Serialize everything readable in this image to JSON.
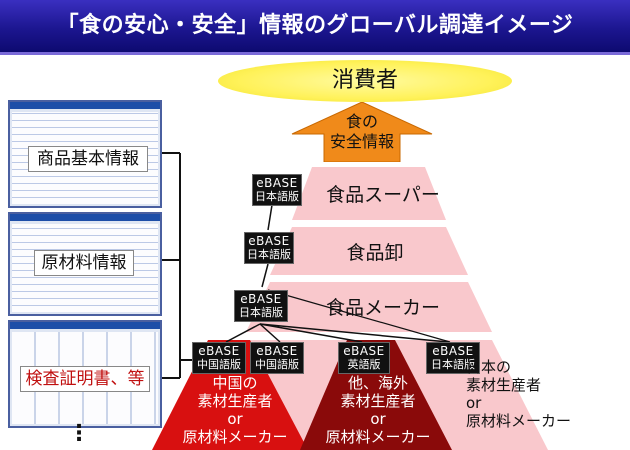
{
  "title": "「食の安心・安全」情報のグローバル調達イメージ",
  "consumer": "消費者",
  "food_safety_info": "食の\n安全情報",
  "tiers": {
    "supermarket": "食品スーパー",
    "wholesale": "食品卸",
    "maker": "食品メーカー"
  },
  "ebase": {
    "japanese": [
      "eBASE",
      "日本語版"
    ],
    "chinese": [
      "eBASE",
      "中国語版"
    ],
    "english": [
      "eBASE",
      "英語版"
    ]
  },
  "panels": {
    "product_info": "商品基本情報",
    "material_info": "原材料情報",
    "certificate": "検査証明書、等"
  },
  "suppliers": {
    "china": [
      "中国の",
      "素材生産者",
      "or",
      "原材料メーカー"
    ],
    "overseas": [
      "他、海外",
      "素材生産者",
      "or",
      "原材料メーカー"
    ],
    "japan": [
      "日本の",
      "素材生産者",
      "or",
      "原材料メーカー"
    ]
  },
  "more_indicator": "⋮",
  "colors": {
    "title_bg": "#1c1690",
    "pink": "#f9c8cc",
    "red": "#d81010",
    "dark_red": "#8a0a0a",
    "orange": "#f08a1a",
    "yellow": "#fff25a"
  }
}
